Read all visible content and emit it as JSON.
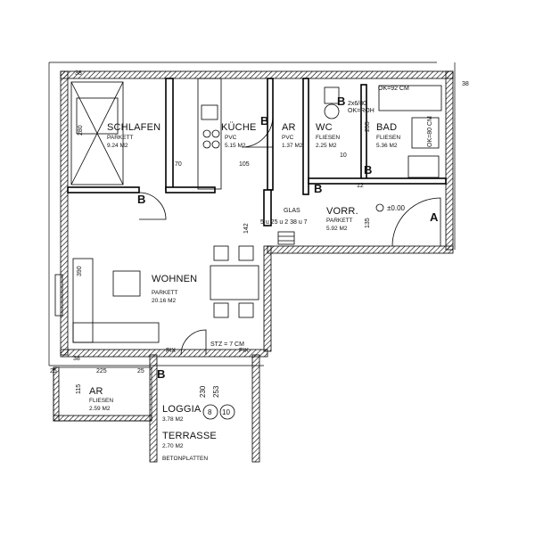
{
  "rooms": {
    "schlafen": {
      "name": "SCHLAFEN",
      "floor": "PARKETT",
      "area": "9.24 M2"
    },
    "kueche": {
      "name": "KÜCHE",
      "floor": "PVC",
      "area": "5.15 M2"
    },
    "ar_top": {
      "name": "AR",
      "floor": "PVC",
      "area": "1.37 M2"
    },
    "wc": {
      "name": "WC",
      "floor": "FLIESEN",
      "area": "2.25 M2"
    },
    "bad": {
      "name": "BAD",
      "floor": "FLIESEN",
      "area": "5.36 M2"
    },
    "vorr": {
      "name": "VORR.",
      "floor": "PARKETT",
      "area": "5.92 M2"
    },
    "wohnen": {
      "name": "WOHNEN",
      "floor": "PARKETT",
      "area": "20.16 M2"
    },
    "ar_bottom": {
      "name": "AR",
      "floor": "FLIESEN",
      "area": "2.59 M2"
    },
    "loggia": {
      "name": "LOGGIA",
      "area": "3.78 M2"
    },
    "terrasse": {
      "name": "TERRASSE",
      "area": "2.70 M2",
      "floor": "BETONPLATTEN"
    }
  },
  "labels": {
    "b_marker": "B",
    "a_marker": "A",
    "fix": "FIX",
    "glas": "GLAS",
    "stz": "STZ = 7 CM",
    "level": "±0.00",
    "ok_top": "OK=92 CM",
    "ok_side": "OK=80 CM",
    "bad_note1": "2x6/80",
    "bad_note2": "OK=ROH",
    "circle8": "8",
    "circle10": "10"
  },
  "dimensions": {
    "d38_top": "38",
    "d280": "280",
    "d70": "70",
    "d105": "105",
    "d142": "142",
    "stairs": "5 u 25 u 2 38 u 7",
    "d390": "390",
    "d38_left": "38",
    "d25_left": "25",
    "d225": "225",
    "d25_mid": "25",
    "d115": "115",
    "d230": "230",
    "d253": "253",
    "d135": "135",
    "d255": "255",
    "d10": "10",
    "d12": "12",
    "d38_right": "38"
  }
}
